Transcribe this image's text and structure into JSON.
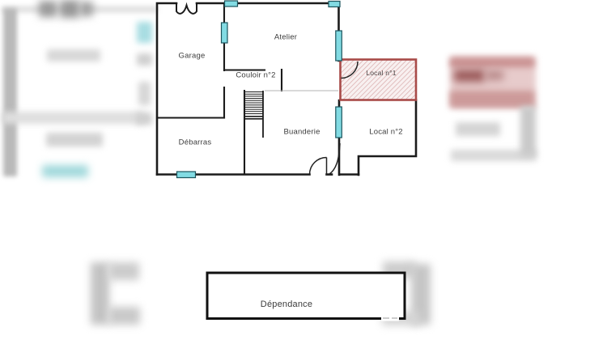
{
  "floor_plan": {
    "rooms": [
      {
        "id": "garage",
        "label": "Garage"
      },
      {
        "id": "atelier",
        "label": "Atelier"
      },
      {
        "id": "couloir-2",
        "label": "Couloir n°2"
      },
      {
        "id": "local-1",
        "label": "Local n°1",
        "style": "red-hatched"
      },
      {
        "id": "buanderie",
        "label": "Buanderie"
      },
      {
        "id": "local-2",
        "label": "Local n°2"
      },
      {
        "id": "debarras",
        "label": "Débarras"
      }
    ],
    "annex": {
      "label": "Dépendance"
    },
    "symbols": {
      "window_count": 6,
      "door_arc_count": 3,
      "stair": "straight-flight"
    },
    "colors": {
      "wall": "#1b1b1b",
      "window_fill": "#82dbe3",
      "window_border": "#1b535c",
      "hatch_border": "#a84a48",
      "hatch_line": "#d9aaaa",
      "hatch_bg": "#f8f0f0",
      "thin_partition": "#b3b3b3",
      "label_text": "#3c3c3c"
    }
  }
}
